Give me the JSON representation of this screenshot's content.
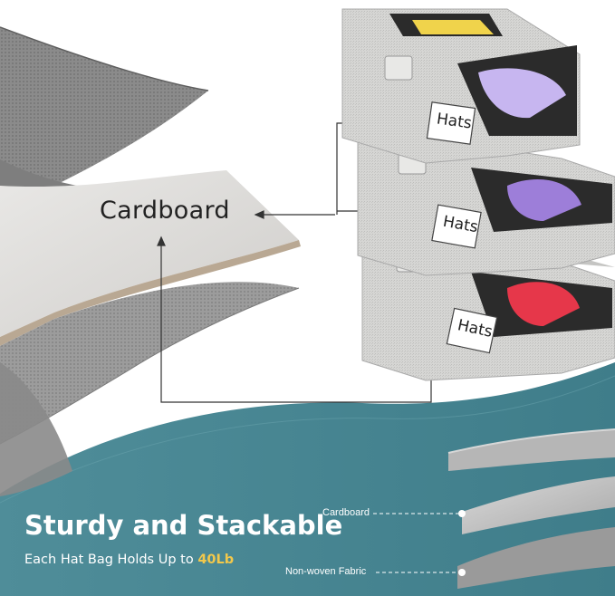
{
  "callout": {
    "text": "Cardboard"
  },
  "boxes": [
    {
      "tag": "Hats",
      "hat_color": "#c7b6f0"
    },
    {
      "tag": "Hats",
      "hat_color": "#9d7ed9"
    },
    {
      "tag": "Hats",
      "hat_color": "#e6374a"
    }
  ],
  "banner": {
    "headline": "Sturdy and Stackable",
    "subline_prefix": "Each Hat Bag Holds Up to ",
    "subline_highlight": "40Lb",
    "background": "#4e8a96",
    "highlight_color": "#f2c84b"
  },
  "layers_legend": {
    "top": "Cardboard",
    "bottom": "Non-woven Fabric"
  },
  "icons": [
    "cardboard-layer-diagram",
    "storage-box-stack"
  ]
}
